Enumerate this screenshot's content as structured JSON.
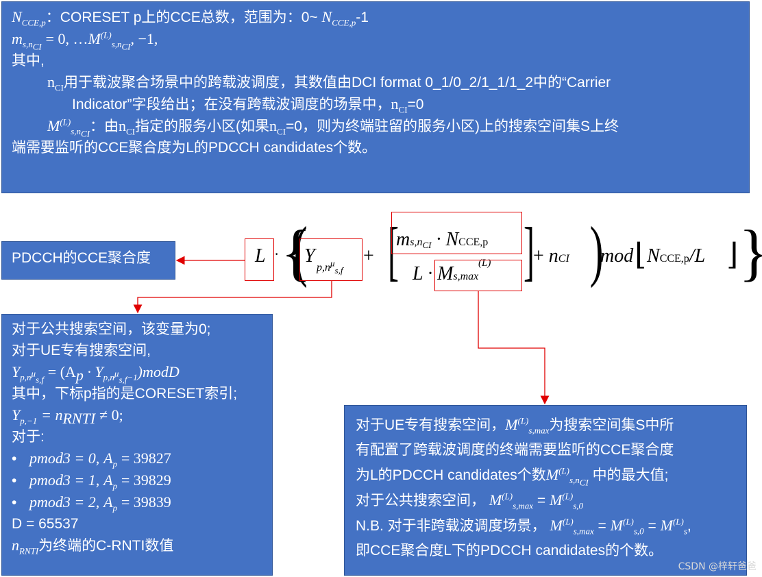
{
  "top_box": {
    "l1_suffix": "：CORESET p上的CCE总数，范围为：0~",
    "l1_tail": "-1",
    "l2": "= 0, …",
    "l2_tail": ", −1,",
    "l3": "其中,",
    "l4a": "用于载波聚合场景中的跨载波调度，其数值由DCI format 0_1/0_2/1_1/1_2中的“Carrier",
    "l5": "Indicator”字段给出；在没有跨载波调度的场景中，",
    "l5_tail": "=0",
    "l6a": "：由",
    "l6b": "指定的服务小区(如果",
    "l6c": "=0，则为终端驻留的服务小区)上的搜索空间集S上终",
    "l7": "端需要监听的CCE聚合度为L的PDCCH candidates个数。"
  },
  "pdcch_box": {
    "label": "PDCCH的CCE聚合度"
  },
  "left_box": {
    "l1": "对于公共搜索空间，该变量为0;",
    "l2": "对于UE专有搜索空间,",
    "l3_formula": "= (A",
    "l3_tail": ")modD",
    "l4": "其中，下标p指的是CORESET索引;",
    "l5": "= n",
    "l5_tail": "≠ 0;",
    "l6": "对于:",
    "bullets": [
      {
        "cond": "pmod3 = 0,",
        "value": "= 39827"
      },
      {
        "cond": "pmod3 = 1,",
        "value": "= 39829"
      },
      {
        "cond": "pmod3 = 2,",
        "value": "= 39839"
      }
    ],
    "l7": "D = 65537",
    "l8": "为终端的C-RNTI数值"
  },
  "right_box": {
    "l1a": "对于UE专有搜索空间，",
    "l1b": "为搜索空间集S中所",
    "l2": "有配置了跨载波调度的终端需要监听的CCE聚合度",
    "l3a": "为L的PDCCH candidates个数",
    "l3b": "中的最大值;",
    "l4a": "对于公共搜索空间，",
    "l5a": "N.B. 对于非跨载波调度场景，",
    "l6": "即CCE聚合度L下的PDCCH candidates的个数。"
  },
  "watermark": "CSDN @梓轩爸爸",
  "colors": {
    "box_fill": "#4472C4",
    "box_border": "#2F5597",
    "highlight": "#E00000"
  }
}
